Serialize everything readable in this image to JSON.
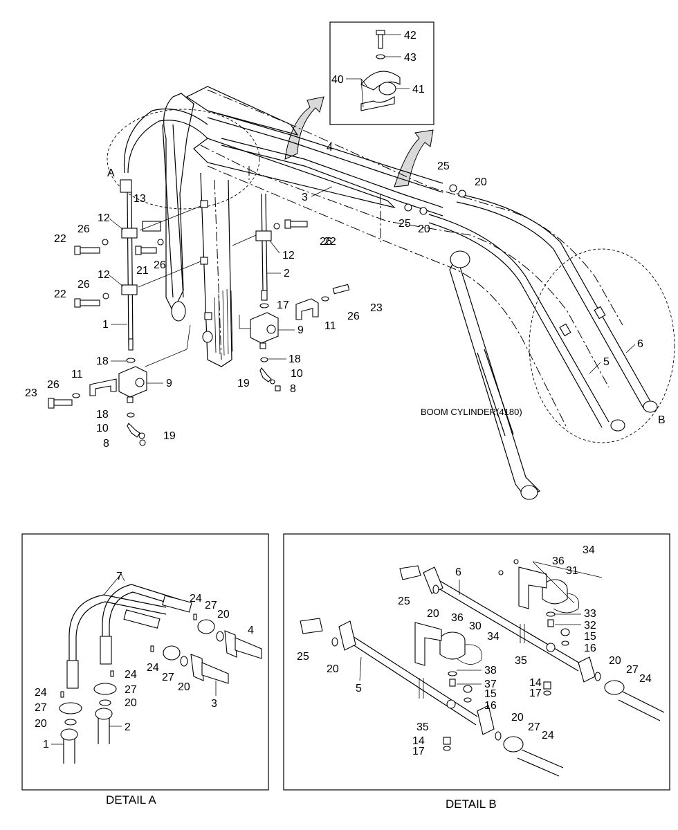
{
  "callouts": {
    "c42": "42",
    "c43": "43",
    "c40": "40",
    "c41": "41",
    "c4": "4",
    "cA": "A",
    "c3": "3",
    "c25a": "25",
    "c20a": "20",
    "c25b": "25",
    "c20b": "20",
    "c13": "13",
    "c12a": "12",
    "c26a": "26",
    "c22a": "22",
    "c21": "21",
    "c26b": "26",
    "c12b": "12",
    "c26c": "26",
    "c22b": "22",
    "c1": "1",
    "c18a": "18",
    "c11a": "11",
    "c26d": "26",
    "c9a": "9",
    "c23a": "23",
    "c18b": "18",
    "c10a": "10",
    "c19a": "19",
    "c8a": "8",
    "c26e": "26",
    "c22c": "22",
    "c12c": "12",
    "c2": "2",
    "c17": "17",
    "c23b": "23",
    "c26f": "26",
    "c11b": "11",
    "c9b": "9",
    "c18c": "18",
    "c10b": "10",
    "c19b": "19",
    "c8b": "8",
    "c6": "6",
    "c5": "5",
    "cB": "B",
    "dA7": "7",
    "dA24a": "24",
    "dA27a": "27",
    "dA20a": "20",
    "dA4": "4",
    "dA24b": "24",
    "dA27b": "27",
    "dA20b": "20",
    "dA3": "3",
    "dA24c": "24",
    "dA27c": "27",
    "dA20c": "20",
    "dA2": "2",
    "dA24d": "24",
    "dA27d": "27",
    "dA20d": "20",
    "dA1": "1",
    "dB34a": "34",
    "dB36a": "36",
    "dB31": "31",
    "dB6": "6",
    "dB25a": "25",
    "dB20a": "20",
    "dB33": "33",
    "dB32": "32",
    "dB15a": "15",
    "dB16a": "16",
    "dB35a": "35",
    "dB36b": "36",
    "dB30": "30",
    "dB34b": "34",
    "dB25b": "25",
    "dB20b": "20",
    "dB5": "5",
    "dB38": "38",
    "dB37": "37",
    "dB15b": "15",
    "dB16b": "16",
    "dB14a": "14",
    "dB17a": "17",
    "dB20c": "20",
    "dB27a": "27",
    "dB24a": "24",
    "dB35b": "35",
    "dB14b": "14",
    "dB17b": "17",
    "dB20d": "20",
    "dB27b": "27",
    "dB24b": "24"
  },
  "note": "BOOM CYLINDER(4180)",
  "captions": {
    "detail_a": "DETAIL A",
    "detail_b": "DETAIL B"
  }
}
